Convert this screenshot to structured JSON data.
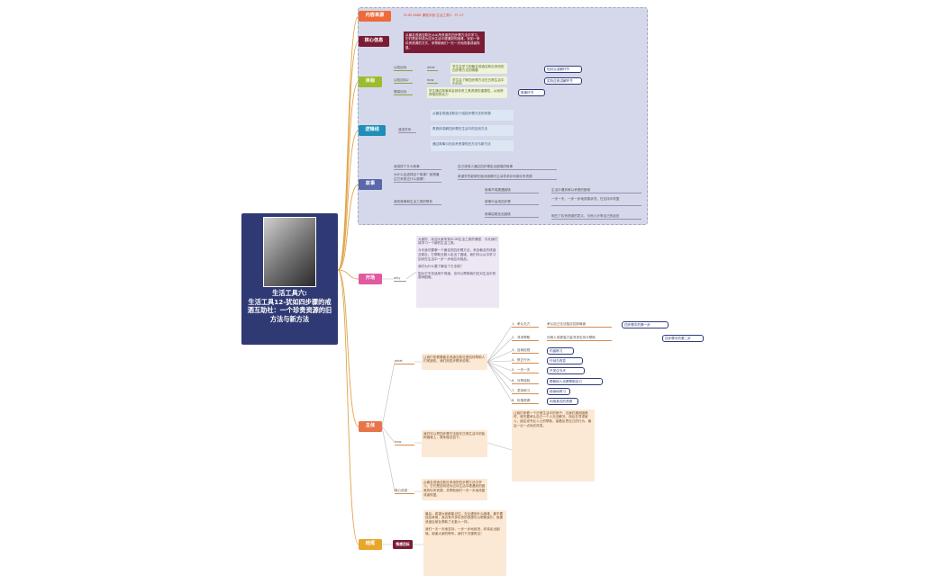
{
  "center": {
    "title_line1": "生活工具六:",
    "title_line2": "生活工具12-犹如四步骤的戒酒互助社：一个珍贵资源的旧方法与新方法",
    "photo": "black-and-white portrait photo of two men"
  },
  "colors": {
    "center_bg": "#2f3a74",
    "neirong": "#ef6a3a",
    "hexin": "#7a1c35",
    "mubiao": "#9bbd2b",
    "luoji": "#1d8fb8",
    "gushi": "#5a67a8",
    "kaichang": "#e05aa0",
    "zhuti": "#e8744a",
    "jiewei": "#e7a62c",
    "panel_bg": "#d4d8ea"
  },
  "sections": {
    "neirong": {
      "label": "内容来源",
      "source": "SCIM X686 课程手册-生活工具2：P1-57"
    },
    "hexin": {
      "label": "核心信息",
      "text": "从最名戒酒互助社(AA)所采用的四步骤方法中学习，它们是如何成为应对生活中遭遇到的困难，犹如一条珍贵资源的方式，来帮助我们一天一天地改善或者恢复。"
    },
    "mubiao": {
      "label": "目标",
      "rows": [
        {
          "label": "认知目标",
          "sub": "what",
          "text": "学生会学习到最名戒酒互助社采用的四步骤方法的精髓",
          "pill": "知识点讲解环节"
        },
        {
          "label": "认知目标2",
          "sub": "how",
          "text": "学生会了解四步骤方法在日常生活中的应用",
          "pill": "实际应用讲解环节"
        },
        {
          "label": "情感目标",
          "sub": "",
          "text": "学生通过故事体会到珍贵工具资源的重要性，从而获得使用的动力",
          "pill": "故事环节"
        }
      ]
    },
    "luoji": {
      "label": "逻辑线",
      "sub": "递进关系",
      "items": [
        "从著名戒酒互助社介绍四步骤方法的来源",
        "再具体讲解四步骤在生活中的应用方法",
        "通过故事引出珍贵资源的旧方法与新方法"
      ]
    },
    "gushi": {
      "label": "故事",
      "rows": [
        {
          "q": "我选择了什么故事",
          "a": "自己或他人通过四步骤走出困境的故事"
        },
        {
          "q": "为什么会选择这个故事？我想通过它来表达什么感情？",
          "a": "希望学员能够在面对困难时主动寻求并利用珍贵资源"
        },
        {
          "q": "我的故事和生活工具的联系",
          "subs": [
            {
              "t": "故事开端遭遇困境",
              "a": "生活中遇到难以承受的困难"
            },
            {
              "t": "故事中运用四步骤",
              "a": "一天一天，一步一步地改善状况，在支持中恢复"
            },
            {
              "t": "故事结尾走出困境",
              "a": "明白了珍贵资源的意义，与他人分享自己的经历"
            }
          ]
        }
      ]
    },
    "kaichang": {
      "label": "开场",
      "sub": "why",
      "paras": [
        "大家好，欢迎大家来到SCIM生活工具的课堂，今天我们将学习一个新的生活工具。",
        "今天我们要聊一个著名的四步骤方法，来自著名的戒酒互助社。它帮助无数人走出了困境，我们可以从中学习如何在生活中一步一步地应对挑战。",
        "我们为什么要了解这个方法呢？",
        "因为它不仅适用于戒酒，也可以帮助我们应对生活中的各种困难。"
      ]
    },
    "zhuti": {
      "label": "主体",
      "what": {
        "sub": "what",
        "text": "让我们来看看著名戒酒互助社是如何帮助人们戒酒的。我们用四步骤来说明。",
        "items": [
          {
            "n": "1、承认无力",
            "d": "承认自己无法独自控制局面",
            "p": "四步骤中的第一步"
          },
          {
            "n": "2、寻求帮助",
            "d": "向他人或更高力量寻求支持与帮助",
            "p": "四步骤中的第二步"
          },
          {
            "n": "3、自我检视",
            "d": "",
            "p": "内省练习"
          },
          {
            "n": "4、修正行为",
            "d": "",
            "p": "行动与改变"
          },
          {
            "n": "5、一天一天",
            "d": "",
            "p": "只关注今天"
          },
          {
            "n": "6、分享经验",
            "d": "",
            "p": "帮助他人也是帮助自己"
          },
          {
            "n": "7、坚持练习",
            "d": "",
            "p": "持续地练习"
          },
          {
            "n": "8、珍惜资源",
            "d": "",
            "p": "利用身边的资源"
          }
        ]
      },
      "how": {
        "sub": "how",
        "text": "我们可以把四步骤方法用在日常生活中的各种困难上，具体做法如下。",
        "detail": "让我们来看一个日常生活中的例子：当我们遇到困难时，首先要承认自己一个人无法解决，然后去寻求家人、朋友或专业人士的帮助，接着反思自己的行为，最后一点一点地去改变。"
      },
      "core": {
        "sub": "核心信息",
        "text": "从著名戒酒互助社采用的四步骤方法中学习，它们是如何成为应对生活中遭遇到的困难的珍贵资源，并帮助我们一天一天地改善或者恢复。"
      }
    },
    "jiewei": {
      "label": "结尾",
      "sub": "情感目标",
      "paras": [
        "最后，希望大家都能记住，无论遇到什么困难，都不要独自承受。身边有许多珍贵的资源可以帮助我们，就像戒酒互助社帮助了无数人一样。",
        "我们一天一天地坚持，一步一步地前进，终将走出困境。谢谢大家的聆听，我们下次课再见！"
      ]
    }
  }
}
